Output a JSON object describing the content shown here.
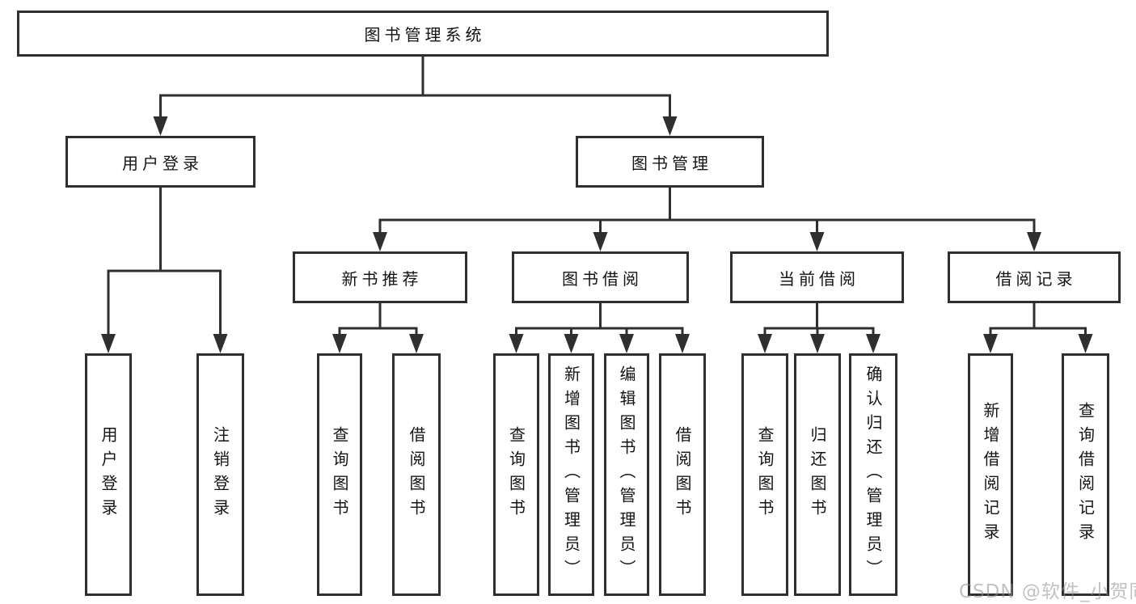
{
  "diagram": {
    "root": {
      "label": "图书管理系统"
    },
    "branches": [
      {
        "label": "用户登录",
        "children": [
          {
            "label": "用户登录"
          },
          {
            "label": "注销登录"
          }
        ]
      },
      {
        "label": "图书管理",
        "children": [
          {
            "label": "新书推荐",
            "children": [
              {
                "label": "查询图书"
              },
              {
                "label": "借阅图书"
              }
            ]
          },
          {
            "label": "图书借阅",
            "children": [
              {
                "label": "查询图书"
              },
              {
                "label": "新增图书（管理员）"
              },
              {
                "label": "编辑图书（管理员）"
              },
              {
                "label": "借阅图书"
              }
            ]
          },
          {
            "label": "当前借阅",
            "children": [
              {
                "label": "查询图书"
              },
              {
                "label": "归还图书"
              },
              {
                "label": "确认归还（管理员）"
              }
            ]
          },
          {
            "label": "借阅记录",
            "children": [
              {
                "label": "新增借阅记录"
              },
              {
                "label": "查询借阅记录"
              }
            ]
          }
        ]
      }
    ]
  },
  "watermark": {
    "text": "CSDN @软件_小贺同学"
  },
  "colors": {
    "line": "#2f2f2f",
    "text": "#141414",
    "background": "#ffffff",
    "watermark": "#8f8f8f"
  }
}
